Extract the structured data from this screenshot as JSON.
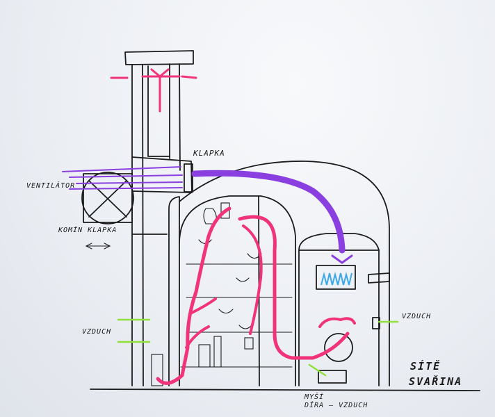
{
  "labels": {
    "klapka": "KLAPKA",
    "ventilator": "VENTILÁTOR",
    "komin_klapka": "KOMÍN KLAPKA",
    "vzduch_left": "VZDUCH",
    "vzduch_right": "VZDUCH",
    "siti_line1": "SÍTĚ",
    "siti_line2": "SVAŘINA",
    "myst_dira_line1": "MYŠÍ",
    "myst_dira_line2": "DÍRA – VZDUCH"
  },
  "colors": {
    "ink": "#1c1c1c",
    "hot_air": "#f0337a",
    "fan_air": "#8a3fe0",
    "fresh_air": "#8fe03a",
    "fire": "#3aa8e8"
  },
  "icons": [
    "fan-icon",
    "flame-icon",
    "air-arrow-icon"
  ]
}
